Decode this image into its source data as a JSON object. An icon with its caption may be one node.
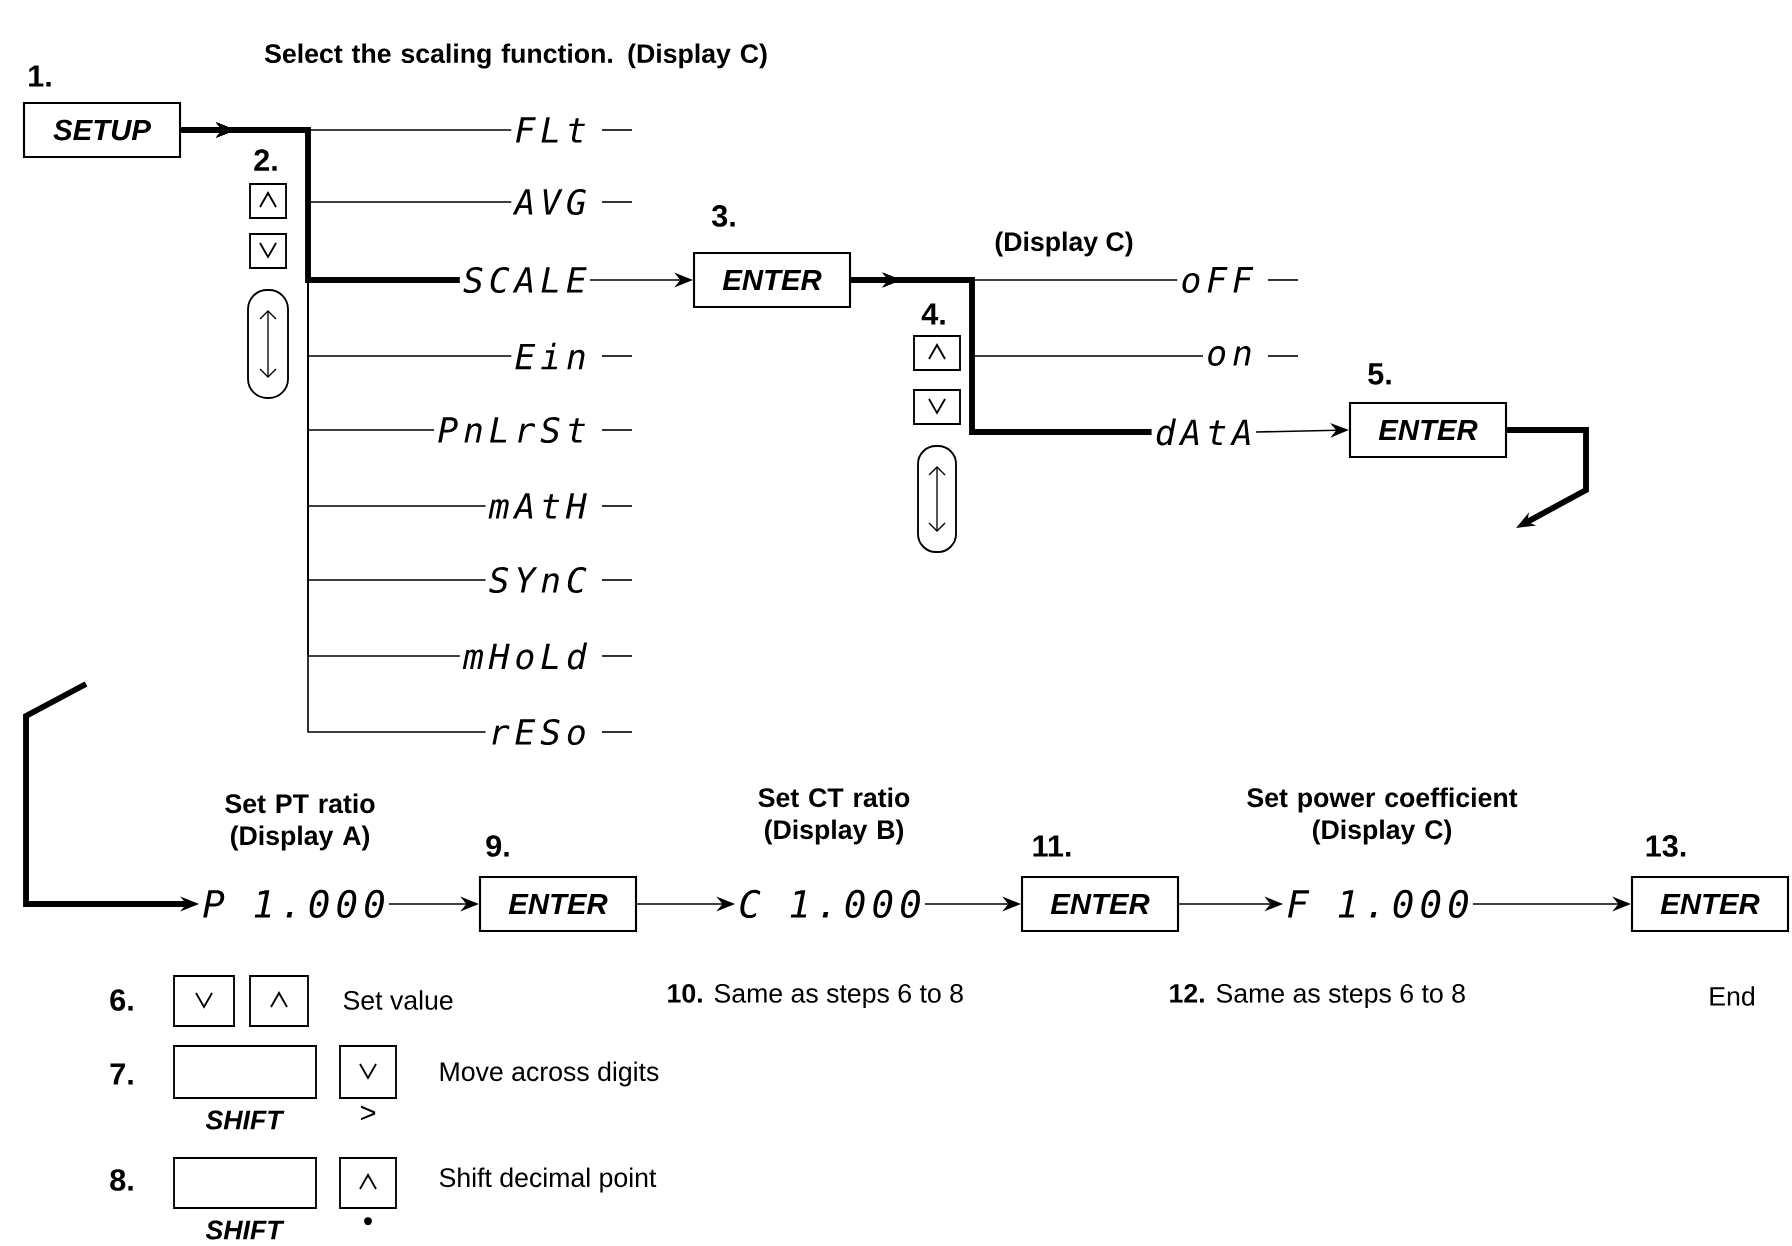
{
  "diagram": {
    "nodes": [
      {
        "text": [
          "SETUP"
        ],
        "beside": [
          "1."
        ]
      },
      {
        "text": [
          "FLt"
        ]
      },
      {
        "text": [
          "AVG"
        ]
      },
      {
        "text": [
          "SCALE"
        ]
      },
      {
        "text": [
          "Ein"
        ]
      },
      {
        "text": [
          "PnLrSt"
        ]
      },
      {
        "text": [
          "mAtH"
        ]
      },
      {
        "text": [
          "SYnC"
        ]
      },
      {
        "text": [
          "mHoLd"
        ]
      },
      {
        "text": [
          "rESo"
        ]
      },
      {
        "text": [
          "ENTER"
        ],
        "beside": [
          "3."
        ]
      },
      {
        "text": [
          "oFF"
        ]
      },
      {
        "text": [
          "on"
        ]
      },
      {
        "text": [
          "dAtA"
        ]
      },
      {
        "text": [
          "ENTER"
        ],
        "beside": [
          "5."
        ]
      },
      {
        "text": [
          "P 1.000"
        ],
        "beside": [
          "Set PT ratio (Display A)"
        ]
      },
      {
        "text": [
          "ENTER"
        ],
        "beside": [
          "9."
        ]
      },
      {
        "text": [
          "C 1.000"
        ],
        "beside": [
          "Set CT ratio (Display B)"
        ]
      },
      {
        "text": [
          "ENTER"
        ],
        "beside": [
          "11."
        ]
      },
      {
        "text": [
          "F 1.000"
        ],
        "beside": [
          "Set power coefficient (Display C)"
        ]
      },
      {
        "text": [
          "ENTER"
        ],
        "beside": [
          "13."
        ]
      }
    ],
    "edges": [
      {
        "from": 0,
        "to": 1,
        "arrow": "to"
      },
      {
        "from": 0,
        "to": 2,
        "arrow": "to"
      },
      {
        "from": 0,
        "to": 3,
        "arrow": "to",
        "style": "thick"
      },
      {
        "from": 0,
        "to": 4,
        "arrow": "to"
      },
      {
        "from": 0,
        "to": 5,
        "arrow": "to"
      },
      {
        "from": 0,
        "to": 6,
        "arrow": "to"
      },
      {
        "from": 0,
        "to": 7,
        "arrow": "to"
      },
      {
        "from": 0,
        "to": 8,
        "arrow": "to"
      },
      {
        "from": 0,
        "to": 9,
        "arrow": "to"
      },
      {
        "from": 3,
        "to": 10,
        "arrow": "to"
      },
      {
        "from": 10,
        "to": 11,
        "arrow": "to"
      },
      {
        "from": 10,
        "to": 12,
        "arrow": "to"
      },
      {
        "from": 10,
        "to": 13,
        "arrow": "to",
        "style": "thick"
      },
      {
        "from": 13,
        "to": 14,
        "arrow": "to"
      },
      {
        "from": 14,
        "to": null,
        "arrow": "to",
        "style": "thick"
      },
      {
        "from": null,
        "to": 15,
        "arrow": "to",
        "style": "thick"
      },
      {
        "from": 15,
        "to": 16,
        "arrow": "to"
      },
      {
        "from": 16,
        "to": 17,
        "arrow": "to"
      },
      {
        "from": 17,
        "to": 18,
        "arrow": "to"
      },
      {
        "from": 18,
        "to": 19,
        "arrow": "to"
      },
      {
        "from": 19,
        "to": 20,
        "arrow": "to"
      }
    ],
    "labels": [
      "Select the scaling function. (Display C)",
      "2.",
      "(Display C)",
      "4.",
      "6.",
      "Set value",
      "**10.** Same as steps 6 to 8",
      "**12.** Same as steps 6 to 8",
      "End",
      "7.",
      "Move across digits",
      "SHIFT",
      ">",
      "8.",
      "Shift decimal point",
      "SHIFT",
      "•"
    ]
  }
}
